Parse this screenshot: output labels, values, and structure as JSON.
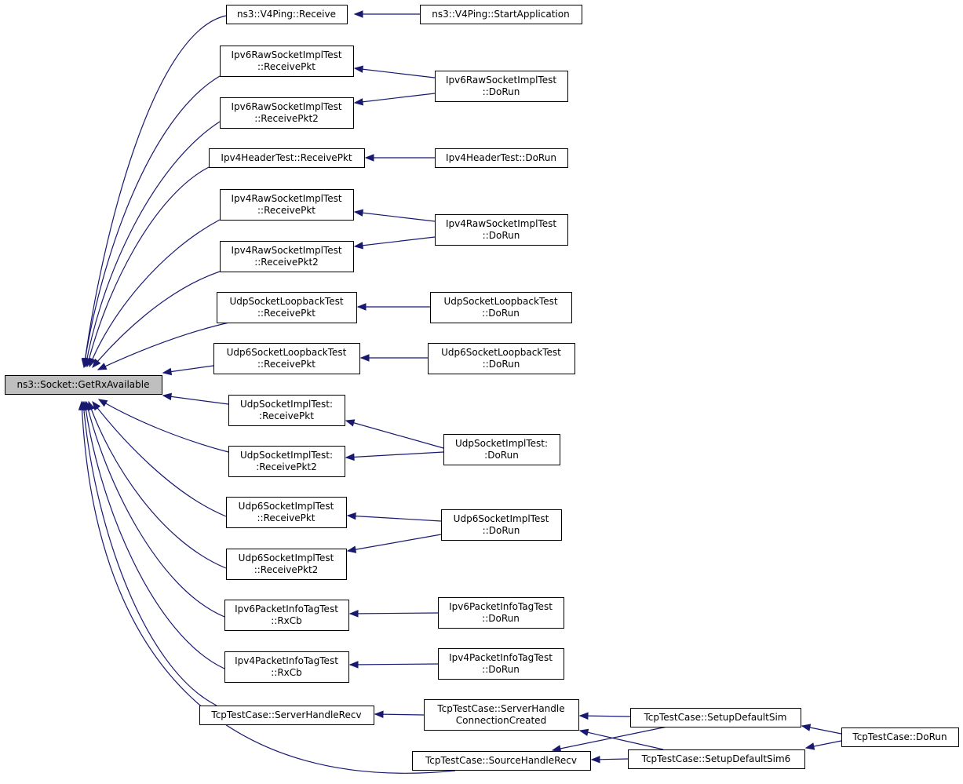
{
  "graph": {
    "root": "ns3::Socket::GetRxAvailable",
    "nodes": [
      {
        "id": "root",
        "lines": [
          "ns3::Socket::GetRxAvailable"
        ],
        "root": true
      },
      {
        "id": "v4ping_receive",
        "lines": [
          "ns3::V4Ping::Receive"
        ]
      },
      {
        "id": "v4ping_start",
        "lines": [
          "ns3::V4Ping::StartApplication"
        ]
      },
      {
        "id": "ipv6raw_rp",
        "lines": [
          "Ipv6RawSocketImplTest",
          "::ReceivePkt"
        ]
      },
      {
        "id": "ipv6raw_rp2",
        "lines": [
          "Ipv6RawSocketImplTest",
          "::ReceivePkt2"
        ]
      },
      {
        "id": "ipv6raw_dorun",
        "lines": [
          "Ipv6RawSocketImplTest",
          "::DoRun"
        ]
      },
      {
        "id": "ipv4hdr_rp",
        "lines": [
          "Ipv4HeaderTest::ReceivePkt"
        ]
      },
      {
        "id": "ipv4hdr_dorun",
        "lines": [
          "Ipv4HeaderTest::DoRun"
        ]
      },
      {
        "id": "ipv4raw_rp",
        "lines": [
          "Ipv4RawSocketImplTest",
          "::ReceivePkt"
        ]
      },
      {
        "id": "ipv4raw_rp2",
        "lines": [
          "Ipv4RawSocketImplTest",
          "::ReceivePkt2"
        ]
      },
      {
        "id": "ipv4raw_dorun",
        "lines": [
          "Ipv4RawSocketImplTest",
          "::DoRun"
        ]
      },
      {
        "id": "udploop_rp",
        "lines": [
          "UdpSocketLoopbackTest",
          "::ReceivePkt"
        ]
      },
      {
        "id": "udploop_dorun",
        "lines": [
          "UdpSocketLoopbackTest",
          "::DoRun"
        ]
      },
      {
        "id": "udp6loop_rp",
        "lines": [
          "Udp6SocketLoopbackTest",
          "::ReceivePkt"
        ]
      },
      {
        "id": "udp6loop_dorun",
        "lines": [
          "Udp6SocketLoopbackTest",
          "::DoRun"
        ]
      },
      {
        "id": "udpimpl_rp",
        "lines": [
          "UdpSocketImplTest:",
          ":ReceivePkt"
        ]
      },
      {
        "id": "udpimpl_rp2",
        "lines": [
          "UdpSocketImplTest:",
          ":ReceivePkt2"
        ]
      },
      {
        "id": "udpimpl_dorun",
        "lines": [
          "UdpSocketImplTest:",
          ":DoRun"
        ]
      },
      {
        "id": "udp6impl_rp",
        "lines": [
          "Udp6SocketImplTest",
          "::ReceivePkt"
        ]
      },
      {
        "id": "udp6impl_rp2",
        "lines": [
          "Udp6SocketImplTest",
          "::ReceivePkt2"
        ]
      },
      {
        "id": "udp6impl_dorun",
        "lines": [
          "Udp6SocketImplTest",
          "::DoRun"
        ]
      },
      {
        "id": "ipv6pit_rxcb",
        "lines": [
          "Ipv6PacketInfoTagTest",
          "::RxCb"
        ]
      },
      {
        "id": "ipv6pit_dorun",
        "lines": [
          "Ipv6PacketInfoTagTest",
          "::DoRun"
        ]
      },
      {
        "id": "ipv4pit_rxcb",
        "lines": [
          "Ipv4PacketInfoTagTest",
          "::RxCb"
        ]
      },
      {
        "id": "ipv4pit_dorun",
        "lines": [
          "Ipv4PacketInfoTagTest",
          "::DoRun"
        ]
      },
      {
        "id": "tcp_shr",
        "lines": [
          "TcpTestCase::ServerHandleRecv"
        ]
      },
      {
        "id": "tcp_shcc",
        "lines": [
          "TcpTestCase::ServerHandle",
          "ConnectionCreated"
        ]
      },
      {
        "id": "tcp_shr_src",
        "lines": [
          "TcpTestCase::SourceHandleRecv"
        ]
      },
      {
        "id": "tcp_sds",
        "lines": [
          "TcpTestCase::SetupDefaultSim"
        ]
      },
      {
        "id": "tcp_sds6",
        "lines": [
          "TcpTestCase::SetupDefaultSim6"
        ]
      },
      {
        "id": "tcp_dorun",
        "lines": [
          "TcpTestCase::DoRun"
        ]
      }
    ],
    "edges": [
      [
        "v4ping_receive",
        "root"
      ],
      [
        "v4ping_start",
        "v4ping_receive"
      ],
      [
        "ipv6raw_rp",
        "root"
      ],
      [
        "ipv6raw_rp2",
        "root"
      ],
      [
        "ipv6raw_dorun",
        "ipv6raw_rp"
      ],
      [
        "ipv6raw_dorun",
        "ipv6raw_rp2"
      ],
      [
        "ipv4hdr_rp",
        "root"
      ],
      [
        "ipv4hdr_dorun",
        "ipv4hdr_rp"
      ],
      [
        "ipv4raw_rp",
        "root"
      ],
      [
        "ipv4raw_rp2",
        "root"
      ],
      [
        "ipv4raw_dorun",
        "ipv4raw_rp"
      ],
      [
        "ipv4raw_dorun",
        "ipv4raw_rp2"
      ],
      [
        "udploop_rp",
        "root"
      ],
      [
        "udploop_dorun",
        "udploop_rp"
      ],
      [
        "udp6loop_rp",
        "root"
      ],
      [
        "udp6loop_dorun",
        "udp6loop_rp"
      ],
      [
        "udpimpl_rp",
        "root"
      ],
      [
        "udpimpl_rp2",
        "root"
      ],
      [
        "udpimpl_dorun",
        "udpimpl_rp"
      ],
      [
        "udpimpl_dorun",
        "udpimpl_rp2"
      ],
      [
        "udp6impl_rp",
        "root"
      ],
      [
        "udp6impl_rp2",
        "root"
      ],
      [
        "udp6impl_dorun",
        "udp6impl_rp"
      ],
      [
        "udp6impl_dorun",
        "udp6impl_rp2"
      ],
      [
        "ipv6pit_rxcb",
        "root"
      ],
      [
        "ipv6pit_dorun",
        "ipv6pit_rxcb"
      ],
      [
        "ipv4pit_rxcb",
        "root"
      ],
      [
        "ipv4pit_dorun",
        "ipv4pit_rxcb"
      ],
      [
        "tcp_shr",
        "root"
      ],
      [
        "tcp_shcc",
        "tcp_shr"
      ],
      [
        "tcp_sds",
        "tcp_shcc"
      ],
      [
        "tcp_sds6",
        "tcp_shcc"
      ],
      [
        "tcp_shr_src",
        "root"
      ],
      [
        "tcp_sds",
        "tcp_shr_src"
      ],
      [
        "tcp_sds6",
        "tcp_shr_src"
      ],
      [
        "tcp_dorun",
        "tcp_sds"
      ],
      [
        "tcp_dorun",
        "tcp_sds6"
      ]
    ]
  },
  "colors": {
    "edge": "#191970",
    "root_fill": "#bfbfbf",
    "node_fill": "#ffffff",
    "node_stroke": "#000000"
  }
}
